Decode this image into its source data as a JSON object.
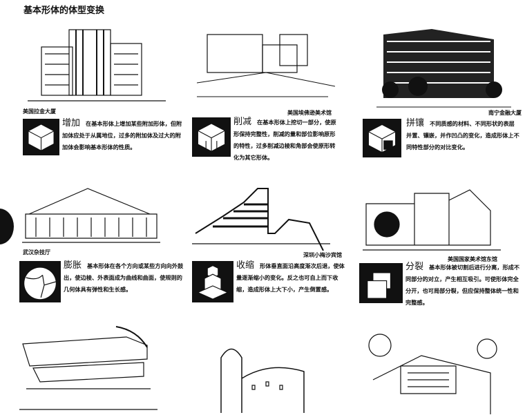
{
  "title": "基本形体的体型变换",
  "items": [
    {
      "caption": "美国拉金大厦",
      "term": "增加",
      "text": "在基本形体上增加某些附加形体，但附加体应处于从属地位，过多的附加体及过大的附加体会影响基本形体的性质。"
    },
    {
      "caption": "美国埃佛逊美术馆",
      "term": "削减",
      "text": "在基本形体上挖切一部分，使原形保持完整性，削减的量和部位影响原形的特性，过多削减边棱和角部会使原形转化为其它形体。"
    },
    {
      "caption": "南宁金融大厦",
      "term": "拼镶",
      "text": "不同质感的材料、不同形状的表层并置、镶嵌，并作凹凸的变化，造成形体上不同特性部分的对比变化。"
    },
    {
      "caption": "武汉杂技厅",
      "term": "膨胀",
      "text": "基本形体在各个方向或某些方向向外鼓出，使边棱、外表面成为曲线和曲面，使规则的几何体具有弹性和生长感。"
    },
    {
      "caption": "深圳小梅沙宾馆",
      "term": "收缩",
      "text": "形体垂直面沿高度渐次后退，使体量逐渐缩小的变化。反之也可自上而下收缩，造成形体上大下小，产生倒置感。"
    },
    {
      "caption": "美国国家美术馆东馆",
      "term": "分裂",
      "text": "基本形体被切割后进行分离，形成不同部分的对立，产生相互吸引。可使形体完全分开，也可局部分裂，但应保持整体统一性和完整感。"
    }
  ]
}
